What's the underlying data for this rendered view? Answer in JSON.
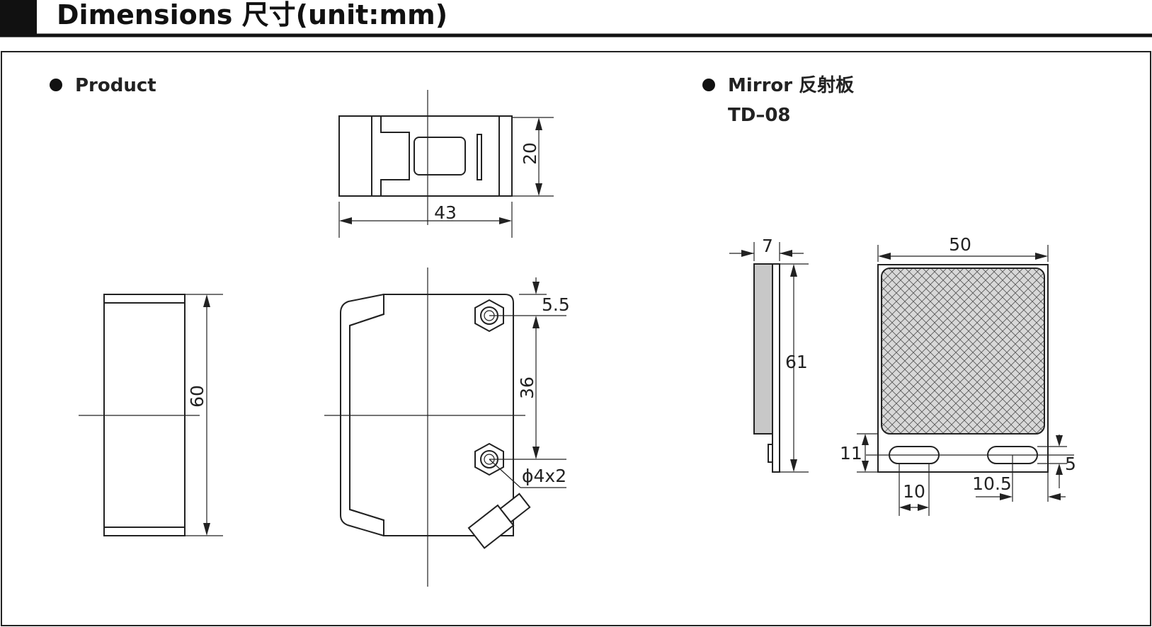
{
  "header": {
    "title": "Dimensions 尺寸(unit:mm)"
  },
  "sections": {
    "product": "Product",
    "mirror_title": "Mirror 反射板",
    "mirror_model": "TD–08"
  },
  "dimensions": {
    "product_width": "43",
    "product_depth": "20",
    "product_height": "60",
    "hole_offset": "5.5",
    "hole_spacing": "36",
    "hole_spec": "ϕ4x2",
    "mirror_thickness": "7",
    "mirror_height": "61",
    "mirror_width": "50",
    "slot_offset": "11",
    "slot_height": "5",
    "slot_width": "10",
    "slot_edge": "10.5"
  },
  "colors": {
    "line": "#222222",
    "reflector_fill": "#d8d8d8",
    "mirror_side_fill": "#c8c8c8"
  }
}
